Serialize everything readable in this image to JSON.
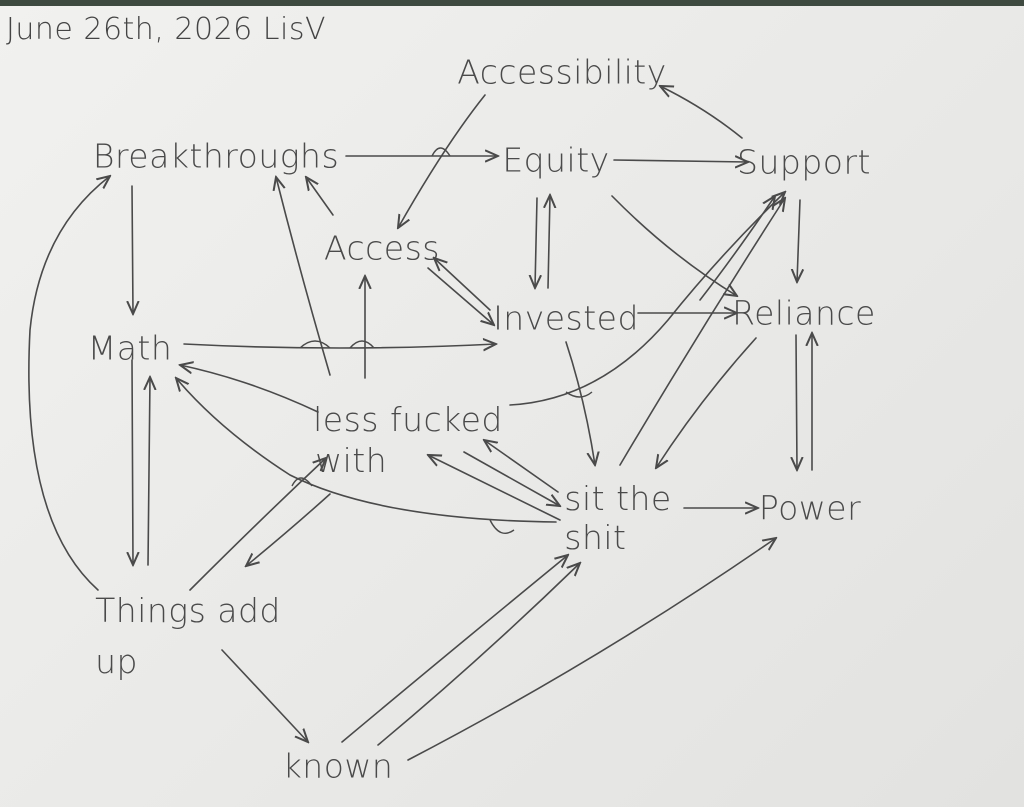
{
  "header_note": "June 26th, 2026 LisV",
  "nodes": {
    "accessibility": "Accessibility",
    "breakthroughs": "Breakthroughs",
    "equity": "Equity",
    "support": "Support",
    "access": "Access",
    "invested": "Invested",
    "reliance": "Reliance",
    "math": "Math",
    "less_fucked_with_1": "less fucked",
    "less_fucked_with_2": "with",
    "sit_the_shit_1": "sit the",
    "sit_the_shit_2": "shit",
    "power": "Power",
    "things_add_up_1": "Things add",
    "things_add_up_2": "up",
    "known": "known"
  },
  "colors": {
    "ink": "#4a4a4a",
    "paper": "#ececea",
    "background": "#3e4a40"
  }
}
